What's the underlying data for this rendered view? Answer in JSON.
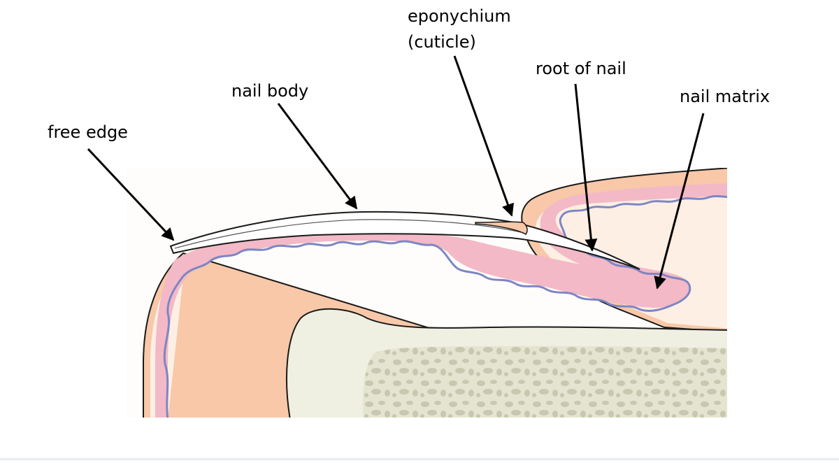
{
  "labels": {
    "free_edge": "free edge",
    "nail_body": "nail body",
    "eponychium": "eponychium",
    "eponychium_sub": "(cuticle)",
    "root_of_nail": "root of nail",
    "nail_matrix": "nail matrix"
  },
  "colors": {
    "skin_outer": "#f8c8a8",
    "skin_inner": "#fdefe3",
    "dermis": "#f3b9c6",
    "basement_membrane": "#7d86c4",
    "nail_plate": "#ffffff",
    "bone_cortex": "#efefe2",
    "bone_spongy": "#dcdcc8",
    "bone_pores": "#c4c4ac",
    "outline": "#1a1a1a",
    "background_panel": "#fffaf6"
  }
}
